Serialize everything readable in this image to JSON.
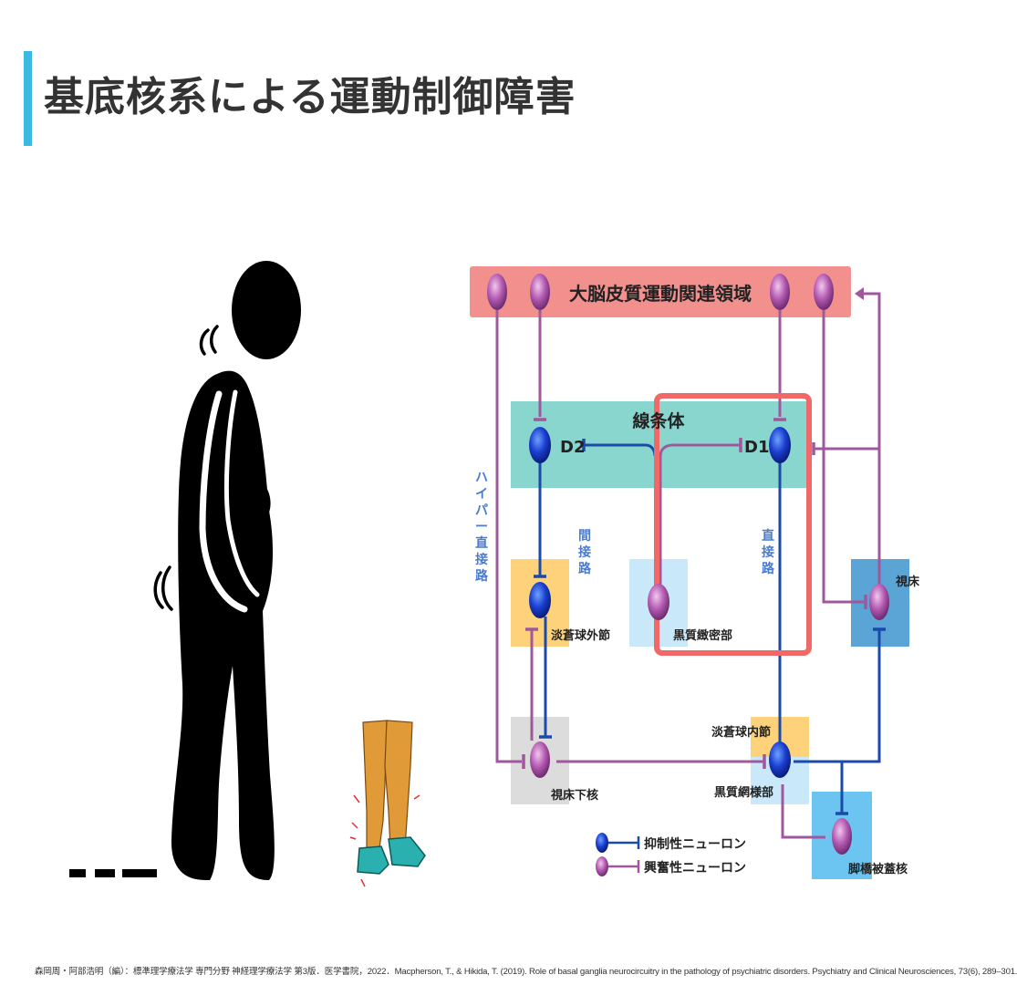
{
  "title": "基底核系による運動制御障害",
  "diagram": {
    "cortex": "大脳皮質運動関連領域",
    "striatum": "線条体",
    "d2": "D2",
    "d1": "D1",
    "gpe": "淡蒼球外節",
    "snc": "黒質緻密部",
    "thalamus": "視床",
    "stn": "視床下核",
    "gpi": "淡蒼球内節",
    "snr": "黒質網様部",
    "ppn": "脚橋被蓋核",
    "indirect_path": "間接路",
    "direct_path": "直接路",
    "hyperdirect_path": "ハイパー直接路",
    "legend_inhibitory": "抑制性ニューロン",
    "legend_excitatory": "興奮性ニューロン"
  },
  "colors": {
    "accent": "#3bb9e0",
    "cortex_box": "#f2908e",
    "striatum_box": "#88d6ce",
    "inhibitory_line": "#1b4aa8",
    "excitatory_line": "#a0589c",
    "highlight": "#f06868"
  },
  "citation": "森岡周・阿部浩明（編）：標準理学療法学 専門分野 神経理学療法学 第3版．医学書院，2022．Macpherson, T., & Hikida, T. (2019). Role of basal ganglia neurocircuitry in the pathology of psychiatric disorders. Psychiatry and Clinical Neurosciences, 73(6), 289–301."
}
